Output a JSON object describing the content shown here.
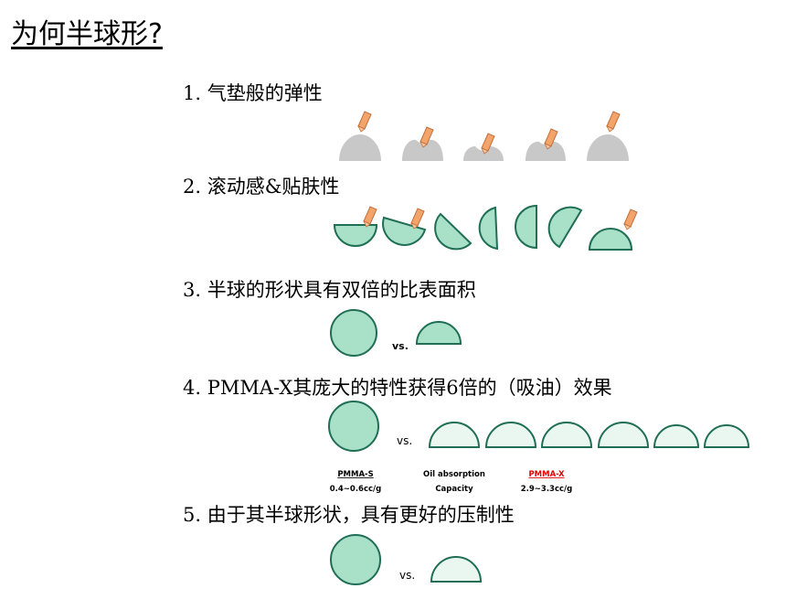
{
  "title": "为何半球形?",
  "items": [
    "1. 气垫般的弹性",
    "2. 滚动感&贴肤性",
    "3. 半球的形状具有双倍的比表面积",
    "4. PMMA-X其庞大的特性获得6倍的（吸油）效果",
    "5. 由于其半球形状，具有更好的压制性"
  ],
  "vs_label": "vs.",
  "oil": {
    "left_name": "PMMA-S",
    "left_value": "0.4~0.6cc/g",
    "mid_line1": "Oil absorption",
    "mid_line2": "Capacity",
    "right_name": "PMMA-X",
    "right_value": "2.9~3.3cc/g"
  },
  "colors": {
    "teal_fill": "#a8e0c8",
    "teal_stroke": "#1f6e55",
    "light_fill": "#eaf7f0",
    "gray_fill": "#c8c8c8",
    "finger": "#f2a46a",
    "red": "#e00000"
  }
}
